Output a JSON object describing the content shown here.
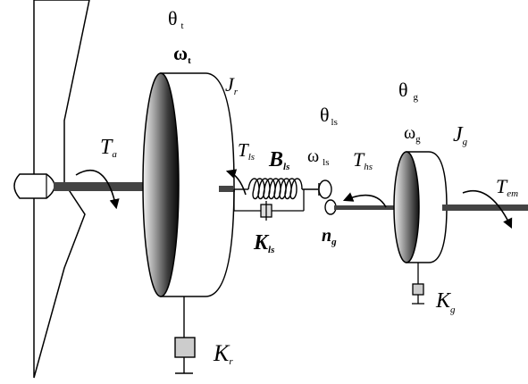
{
  "labels": {
    "theta_t": "θ",
    "theta_t_sub": "t",
    "omega_t": "ω",
    "omega_t_sub": "t",
    "J_r": "J",
    "J_r_sub": "r",
    "T_a": "T",
    "T_a_sub": "a",
    "T_ls": "T",
    "T_ls_sub": "ls",
    "B_ls": "B",
    "B_ls_sub": "ls",
    "K_ls": "K",
    "K_ls_sub": "ls",
    "theta_ls": "θ",
    "theta_ls_sub": "ls",
    "omega_ls": "ω",
    "omega_ls_sub": "ls",
    "T_hs": "T",
    "T_hs_sub": "hs",
    "n_g": "n",
    "n_g_sub": "g",
    "theta_g": "θ",
    "theta_g_sub": "g",
    "omega_g": "ω",
    "omega_g_sub": "g",
    "J_g": "J",
    "J_g_sub": "g",
    "T_em": "T",
    "T_em_sub": "em",
    "K_g": "K",
    "K_g_sub": "g",
    "K_r": "K",
    "K_r_sub": "r"
  }
}
